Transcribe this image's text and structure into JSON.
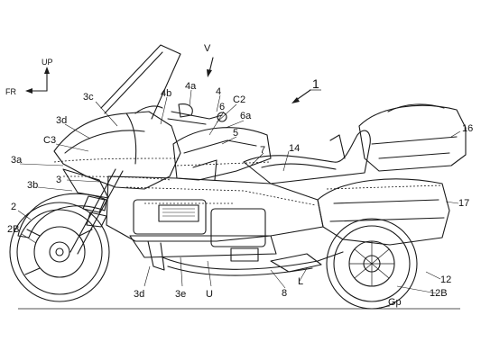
{
  "figure": {
    "ref_main": "1",
    "direction": {
      "up": "UP",
      "front": "FR"
    },
    "labels": {
      "V": "V",
      "c3": "3c",
      "b4": "4b",
      "a4": "4a",
      "n4": "4",
      "c2": "C2",
      "a6": "6a",
      "d3_top": "3d",
      "c3cap": "C3",
      "a3": "3a",
      "n3": "3",
      "b3": "3b",
      "n2": "2",
      "b2": "2B",
      "n6": "6",
      "n5": "5",
      "n7": "7",
      "n14": "14",
      "n16": "16",
      "n17": "17",
      "n12": "12",
      "b12": "12B",
      "gp": "Gp",
      "L": "L",
      "n8": "8",
      "U": "U",
      "e3": "3e",
      "d3_bot": "3d"
    }
  }
}
